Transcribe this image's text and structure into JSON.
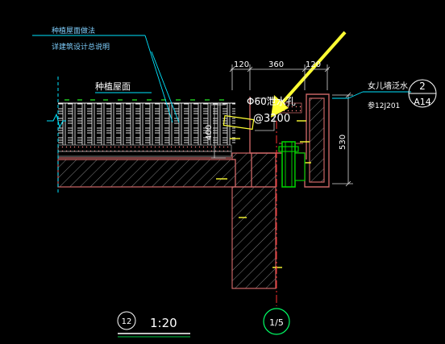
{
  "notes": {
    "roof_note_line1": "种植屋面做法",
    "roof_note_line2": "详建筑设计总说明",
    "roof_label": "种植屋面"
  },
  "dimensions": {
    "top_120_left": "120",
    "top_360": "360",
    "top_120_right": "120",
    "height_400": "400",
    "height_530": "530"
  },
  "drain": {
    "label_line1": "Φ60泄水孔",
    "label_line2": "@3200"
  },
  "reference": {
    "parapet_label": "女儿墙泛水",
    "reference_code": "参12J201",
    "detail_number": "2",
    "sheet_number": "A14"
  },
  "title": {
    "detail_number": "12",
    "scale": "1:20"
  },
  "axis": {
    "label": "1/5"
  },
  "colors": {
    "background": "#000000",
    "concrete_outline": "#c86464",
    "hatch": "#ffffff",
    "note_text": "#7fd0ff",
    "dim_line": "#d8d8d8",
    "leader_cyan": "#00e5ff",
    "arrow_yellow": "#ffff33",
    "pipe_green": "#00cc00",
    "axis_red": "#ff3030",
    "circle_green": "#00ff66"
  }
}
